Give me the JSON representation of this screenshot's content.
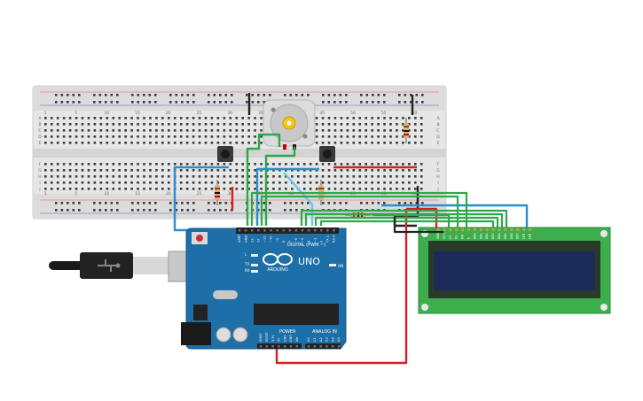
{
  "arduino": {
    "logo_text": "ARDUINO",
    "model": "UNO",
    "digital_label": "DIGITAL (PWM ~)",
    "analog_label": "ANALOG IN",
    "power_label": "POWER",
    "aref": "AREF",
    "gnd": "GND",
    "pin_labels_top": [
      "13",
      "12",
      "~11",
      "~10",
      "~9",
      "8",
      "7",
      "~6",
      "~5",
      "4",
      "~3",
      "2",
      "TX 1",
      "RX 0"
    ],
    "analog_pins": [
      "A0",
      "A1",
      "A2",
      "A3",
      "A4",
      "A5"
    ],
    "power_pins": [
      "IOREF",
      "RESET",
      "3.3V",
      "5V",
      "GND",
      "GND",
      "Vin"
    ],
    "led_labels": [
      "L",
      "TX",
      "RX"
    ],
    "on_label": "ON"
  },
  "breadboard": {
    "column_numbers": [
      "1",
      "5",
      "10",
      "15",
      "20",
      "25",
      "30",
      "35",
      "40",
      "45",
      "50",
      "55",
      "60"
    ],
    "row_letters_top": [
      "A",
      "B",
      "C",
      "D",
      "E"
    ],
    "row_letters_bottom": [
      "F",
      "G",
      "H",
      "I",
      "J"
    ]
  },
  "lcd": {
    "pin_labels": [
      "GND",
      "VCC",
      "V0",
      "RS",
      "RW",
      "E",
      "DB0",
      "DB1",
      "DB2",
      "DB3",
      "DB4",
      "DB5",
      "DB6",
      "DB7",
      "LED",
      "LED"
    ]
  },
  "colors": {
    "board": "#1e6fa8",
    "breadboard": "#e8e8e8",
    "lcd_pcb": "#3cae4c",
    "lcd_screen": "#1c2b5a",
    "wire_green": "#2ea84a",
    "wire_red": "#d42020",
    "wire_blue": "#2a8fc8",
    "wire_black": "#222222"
  }
}
